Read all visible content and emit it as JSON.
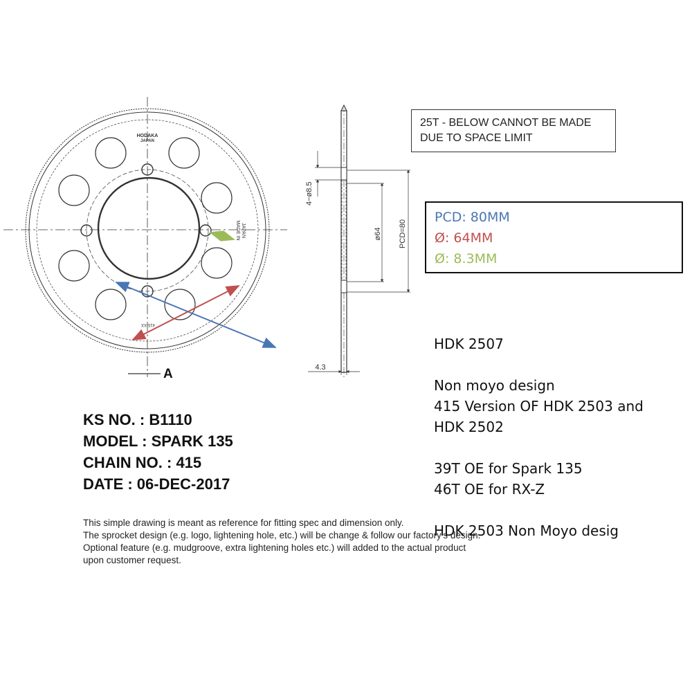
{
  "drawing": {
    "logo_line1": "HODAKA",
    "logo_line2": "JAPAN",
    "made_in_line1": "MADE IN",
    "made_in_line2": "JAPAN",
    "part_stamp": "415-XX",
    "section_marker": "A",
    "dim_holes": "4−ø8.5",
    "dim_bore": "ø64",
    "dim_pcd": "PCD=80",
    "dim_thickness": "4.3"
  },
  "note_box": {
    "line1": "25T - BELOW CANNOT BE MADE",
    "line2": "DUE TO SPACE LIMIT"
  },
  "spec_box": {
    "pcd": "PCD: 80MM",
    "bore": "Ø: 64MM",
    "hole": "Ø: 8.3MM",
    "colors": {
      "pcd": "#4a77b4",
      "bore": "#c0504d",
      "hole": "#9bbb59"
    }
  },
  "side_notes": {
    "code": "HDK 2507",
    "line_design": "Non moyo design",
    "line_version": "415 Version OF HDK 2503 and",
    "line_version2": "HDK 2502",
    "line_oe1": "39T OE for Spark 135",
    "line_oe2": "46T OE for RX-Z",
    "line_last": "HDK 2503 Non Moyo desig"
  },
  "ks_info": {
    "ks_no": "KS NO. : B1110",
    "model": "MODEL : SPARK 135",
    "chain_no": "CHAIN NO. : 415",
    "date": "DATE : 06-DEC-2017"
  },
  "disclaimer": {
    "line1": "This simple drawing is meant as reference for fitting spec and dimension only.",
    "line2": "The sprocket design (e.g. logo, lightening hole, etc.) will be change & follow our factory's design.",
    "line3": "Optional feature (e.g. mudgroove, extra lightening holes etc.) will added to the actual product",
    "line4": "upon customer request."
  }
}
